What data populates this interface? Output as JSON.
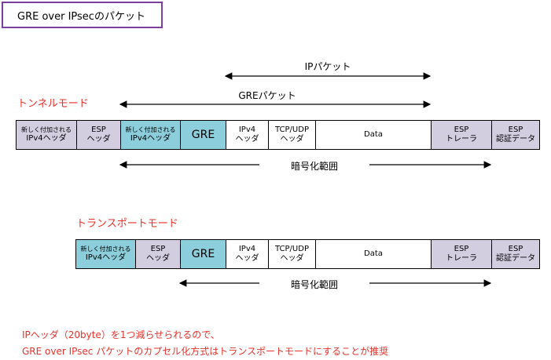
{
  "title": "GRE over IPsecのパケット",
  "tunnel": {
    "mode_label": "トンネルモード",
    "ip_packet_label": "IPパケット",
    "gre_packet_label": "GREパケット",
    "encrypt_label": "暗号化範囲",
    "segments": [
      {
        "line1": "新しく付加される",
        "line2": "IPv4ヘッダ"
      },
      {
        "line1": "ESP",
        "line2": "ヘッダ"
      },
      {
        "line1": "新しく付加される",
        "line2": "IPv4ヘッダ"
      },
      {
        "line1": "GRE",
        "line2": ""
      },
      {
        "line1": "IPv4",
        "line2": "ヘッダ"
      },
      {
        "line1": "TCP/UDP",
        "line2": "ヘッダ"
      },
      {
        "line1": "Data",
        "line2": ""
      },
      {
        "line1": "ESP",
        "line2": "トレーラ"
      },
      {
        "line1": "ESP",
        "line2": "認証データ"
      }
    ]
  },
  "transport": {
    "mode_label": "トランスポートモード",
    "encrypt_label": "暗号化範囲",
    "segments": [
      {
        "line1": "新しく付加される",
        "line2": "IPv4ヘッダ"
      },
      {
        "line1": "ESP",
        "line2": "ヘッダ"
      },
      {
        "line1": "GRE",
        "line2": ""
      },
      {
        "line1": "IPv4",
        "line2": "ヘッダ"
      },
      {
        "line1": "TCP/UDP",
        "line2": "ヘッダ"
      },
      {
        "line1": "Data",
        "line2": ""
      },
      {
        "line1": "ESP",
        "line2": "トレーラ"
      },
      {
        "line1": "ESP",
        "line2": "認証データ"
      }
    ]
  },
  "notes": {
    "line1": "IPヘッダ（20byte）を1つ減らせられるので、",
    "line2": "GRE over IPsec パケットのカプセル化方式はトランスポートモードにすることが推奨"
  },
  "colors": {
    "purple": "#d3cde0",
    "teal": "#8ccedb",
    "red": "#e8312a",
    "border": "#7b3fa0"
  }
}
